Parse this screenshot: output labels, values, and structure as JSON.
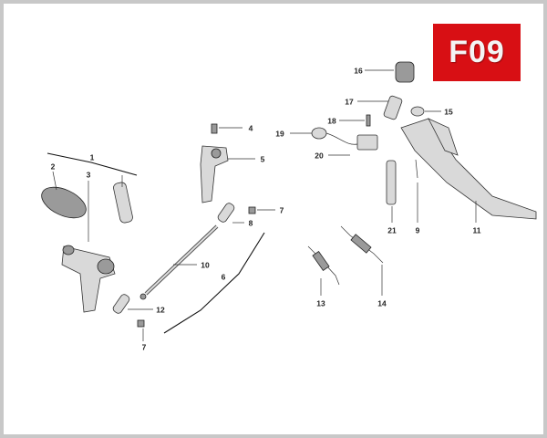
{
  "diagram_code": "F09",
  "badge_color": "#d80f14",
  "callouts": [
    {
      "id": "1",
      "label": "1"
    },
    {
      "id": "2",
      "label": "2"
    },
    {
      "id": "3",
      "label": "3"
    },
    {
      "id": "4",
      "label": "4"
    },
    {
      "id": "5",
      "label": "5"
    },
    {
      "id": "6",
      "label": "6"
    },
    {
      "id": "7a",
      "label": "7"
    },
    {
      "id": "7b",
      "label": "7"
    },
    {
      "id": "8",
      "label": "8"
    },
    {
      "id": "9",
      "label": "9"
    },
    {
      "id": "10",
      "label": "10"
    },
    {
      "id": "11",
      "label": "11"
    },
    {
      "id": "12",
      "label": "12"
    },
    {
      "id": "13",
      "label": "13"
    },
    {
      "id": "14",
      "label": "14"
    },
    {
      "id": "15",
      "label": "15"
    },
    {
      "id": "16",
      "label": "16"
    },
    {
      "id": "17",
      "label": "17"
    },
    {
      "id": "18",
      "label": "18"
    },
    {
      "id": "19",
      "label": "19"
    },
    {
      "id": "20",
      "label": "20"
    },
    {
      "id": "21",
      "label": "21"
    }
  ]
}
